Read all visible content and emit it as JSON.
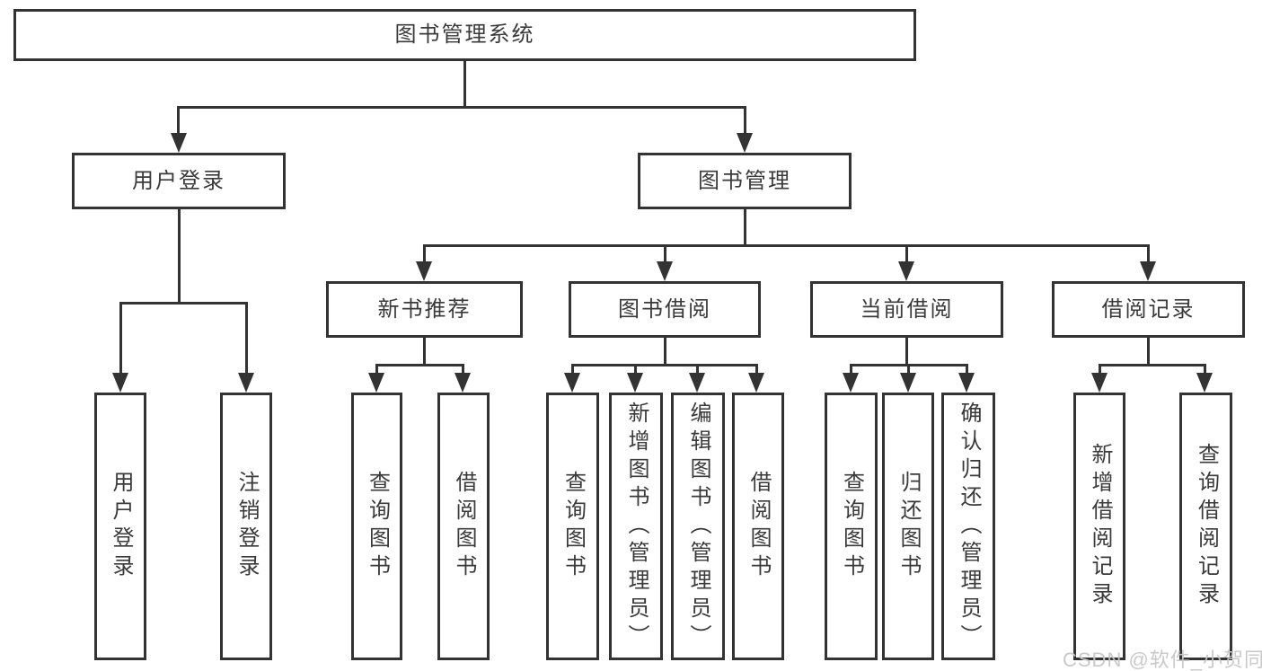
{
  "colors": {
    "line": "#333333",
    "text": "#3a3a3a",
    "watermark": "#c6c6c6",
    "background": "#ffffff"
  },
  "watermark": {
    "text": "CSDN @软件_小贺同学"
  },
  "tree": {
    "label": "图书管理系统",
    "children": [
      {
        "label": "用户登录",
        "children": [
          {
            "label": "用户登录"
          },
          {
            "label": "注销登录"
          }
        ]
      },
      {
        "label": "图书管理",
        "children": [
          {
            "label": "新书推荐",
            "children": [
              {
                "label": "查询图书"
              },
              {
                "label": "借阅图书"
              }
            ]
          },
          {
            "label": "图书借阅",
            "children": [
              {
                "label": "查询图书"
              },
              {
                "label": "新增图书（管理员）"
              },
              {
                "label": "编辑图书（管理员）"
              },
              {
                "label": "借阅图书"
              }
            ]
          },
          {
            "label": "当前借阅",
            "children": [
              {
                "label": "查询图书"
              },
              {
                "label": "归还图书"
              },
              {
                "label": "确认归还（管理员）"
              }
            ]
          },
          {
            "label": "借阅记录",
            "children": [
              {
                "label": "新增借阅记录"
              },
              {
                "label": "查询借阅记录"
              }
            ]
          }
        ]
      }
    ]
  }
}
